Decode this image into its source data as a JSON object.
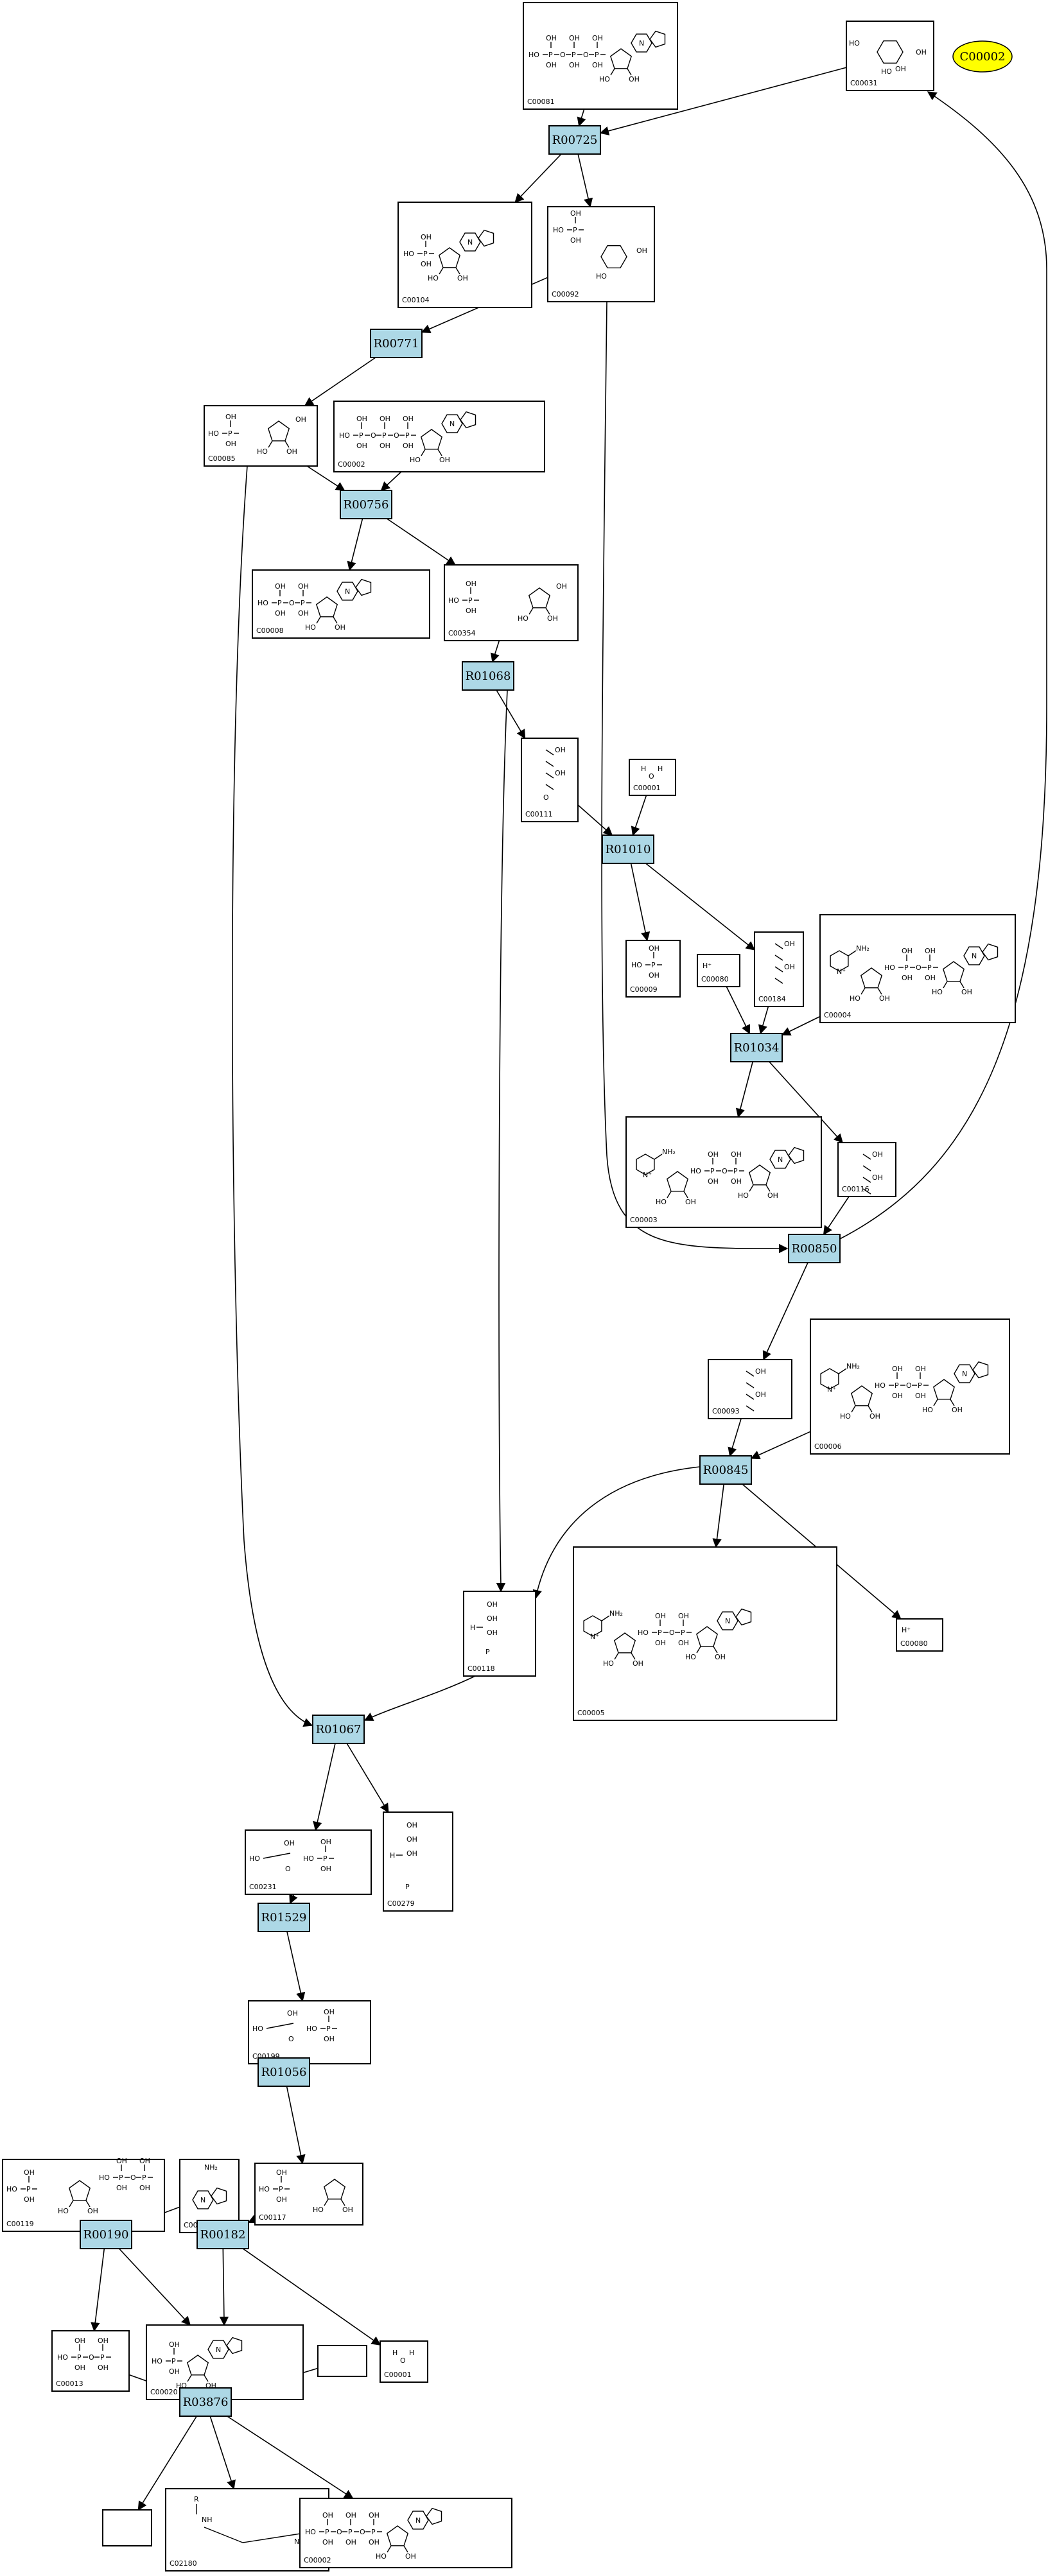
{
  "diagram": {
    "highlight": {
      "label": "C00002",
      "color": "#ffff00"
    },
    "reactions": [
      {
        "id": "r1",
        "label": "R00725"
      },
      {
        "id": "r2",
        "label": "R00771"
      },
      {
        "id": "r3",
        "label": "R00756"
      },
      {
        "id": "r4",
        "label": "R01068"
      },
      {
        "id": "r5",
        "label": "R01010"
      },
      {
        "id": "r6",
        "label": "R01034"
      },
      {
        "id": "r7",
        "label": "R00850"
      },
      {
        "id": "r8",
        "label": "R00845"
      },
      {
        "id": "r9",
        "label": "R01067"
      },
      {
        "id": "r10",
        "label": "R01529"
      },
      {
        "id": "r11",
        "label": "R01056"
      },
      {
        "id": "r12",
        "label": "R00190"
      },
      {
        "id": "r13",
        "label": "R00182"
      },
      {
        "id": "r14",
        "label": "R03876"
      }
    ],
    "compounds": [
      {
        "id": "c1",
        "label": "C00081"
      },
      {
        "id": "c2",
        "label": "C00031"
      },
      {
        "id": "c3",
        "label": "C00104"
      },
      {
        "id": "c4",
        "label": "C00092"
      },
      {
        "id": "c5",
        "label": "C00085"
      },
      {
        "id": "c6",
        "label": "C00002"
      },
      {
        "id": "c7",
        "label": "C00008"
      },
      {
        "id": "c8",
        "label": "C00354"
      },
      {
        "id": "c9",
        "label": "C00111"
      },
      {
        "id": "c10",
        "label": "C00001"
      },
      {
        "id": "c11",
        "label": "C00009"
      },
      {
        "id": "c12",
        "label": "C00080"
      },
      {
        "id": "c13",
        "label": "C00184"
      },
      {
        "id": "c14",
        "label": "C00004"
      },
      {
        "id": "c15",
        "label": "C00003"
      },
      {
        "id": "c16",
        "label": "C00116"
      },
      {
        "id": "c17",
        "label": "C00093"
      },
      {
        "id": "c18",
        "label": "C00006"
      },
      {
        "id": "c19",
        "label": "C00118"
      },
      {
        "id": "c20",
        "label": "C00005"
      },
      {
        "id": "c21",
        "label": "C00080"
      },
      {
        "id": "c22",
        "label": "C00231"
      },
      {
        "id": "c23",
        "label": "C00279"
      },
      {
        "id": "c24",
        "label": "C00199"
      },
      {
        "id": "c25",
        "label": "C00117"
      },
      {
        "id": "c26",
        "label": "C00119"
      },
      {
        "id": "c27",
        "label": "C00147"
      },
      {
        "id": "c28",
        "label": "C00013"
      },
      {
        "id": "c29",
        "label": "C00020"
      },
      {
        "id": "c30",
        "label": ""
      },
      {
        "id": "c31",
        "label": "C00001"
      },
      {
        "id": "c32",
        "label": ""
      },
      {
        "id": "c33",
        "label": "C02180"
      },
      {
        "id": "c34",
        "label": "C00002"
      }
    ],
    "edges": [
      [
        "c1",
        "r1"
      ],
      [
        "c2",
        "r1"
      ],
      [
        "r1",
        "c3"
      ],
      [
        "r1",
        "c4"
      ],
      [
        "c4",
        "r2"
      ],
      [
        "r2",
        "c5"
      ],
      [
        "c5",
        "r3"
      ],
      [
        "c6",
        "r3"
      ],
      [
        "r3",
        "c7"
      ],
      [
        "r3",
        "c8"
      ],
      [
        "c8",
        "r4"
      ],
      [
        "r4",
        "c9"
      ],
      [
        "c9",
        "r5"
      ],
      [
        "c10",
        "r5"
      ],
      [
        "r5",
        "c11"
      ],
      [
        "r5",
        "c13"
      ],
      [
        "c12",
        "r6"
      ],
      [
        "c13",
        "r6"
      ],
      [
        "c14",
        "r6"
      ],
      [
        "r6",
        "c15"
      ],
      [
        "r6",
        "c16"
      ],
      [
        "c16",
        "r7"
      ],
      [
        "c4",
        "r7"
      ],
      [
        "r7",
        "c2"
      ],
      [
        "r7",
        "c17"
      ],
      [
        "c17",
        "r8"
      ],
      [
        "c18",
        "r8"
      ],
      [
        "r8",
        "c19"
      ],
      [
        "r8",
        "c20"
      ],
      [
        "r8",
        "c21"
      ],
      [
        "c5",
        "r9"
      ],
      [
        "r4",
        "r9"
      ],
      [
        "c19",
        "r9"
      ],
      [
        "r9",
        "c22"
      ],
      [
        "r9",
        "c23"
      ],
      [
        "c22",
        "r10"
      ],
      [
        "r10",
        "c24"
      ],
      [
        "c24",
        "r11"
      ],
      [
        "r11",
        "c25"
      ],
      [
        "c26",
        "r12"
      ],
      [
        "c27",
        "r12"
      ],
      [
        "c27",
        "r13"
      ],
      [
        "c25",
        "r13"
      ],
      [
        "r12",
        "c28"
      ],
      [
        "r12",
        "c29"
      ],
      [
        "r13",
        "c29"
      ],
      [
        "r13",
        "c31"
      ],
      [
        "c28",
        "r14"
      ],
      [
        "c30",
        "r14"
      ],
      [
        "r14",
        "c32"
      ],
      [
        "r14",
        "c33"
      ],
      [
        "r14",
        "c34"
      ]
    ],
    "atoms": {
      "oh": "OH",
      "ho": "HO",
      "o": "O",
      "p": "P",
      "nh2": "NH₂",
      "n": "N",
      "nplus": "N⁺",
      "hplus": "H⁺",
      "h": "H",
      "r": "R",
      "nh": "NH"
    }
  }
}
